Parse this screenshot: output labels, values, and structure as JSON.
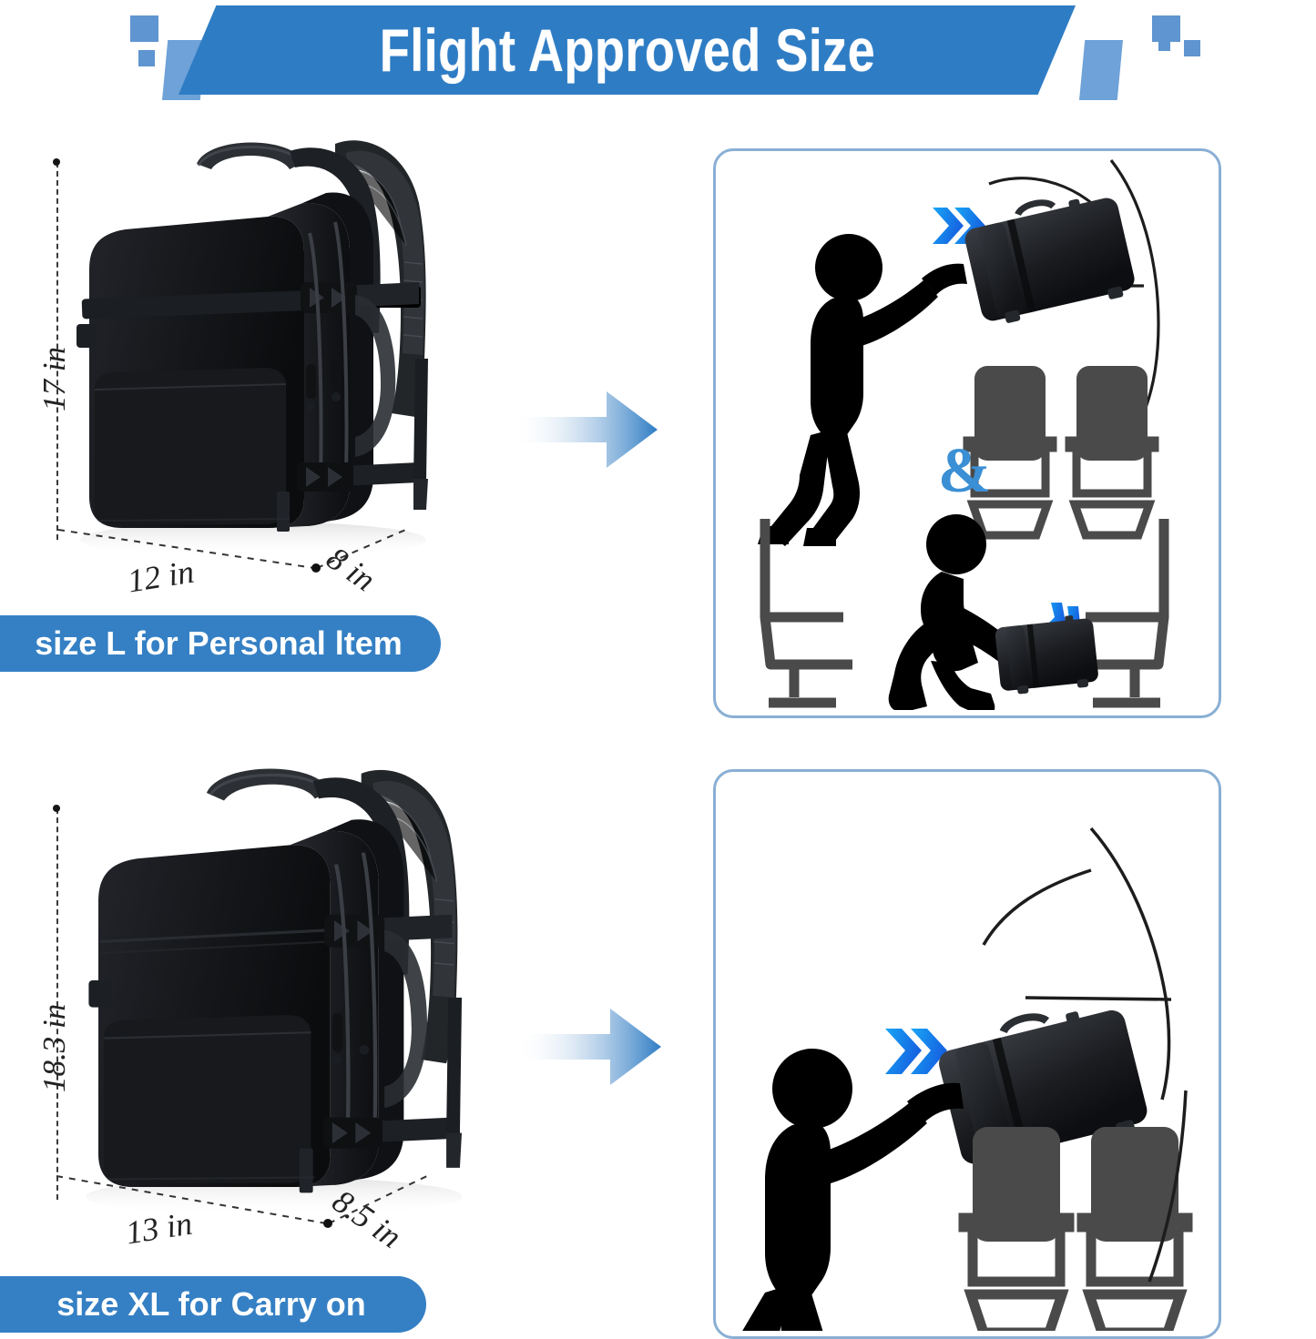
{
  "header": {
    "title": "Flight Approved Size",
    "banner_color": "#2e7cc4",
    "deco_color": "#5f95d0"
  },
  "products": [
    {
      "id": "size-l",
      "label": "size L for Personal ltem",
      "height": "17 in",
      "width": "12 in",
      "depth": "8 in",
      "pill_color": "#3580c4"
    },
    {
      "id": "size-xl",
      "label": "size XL for Carry on",
      "height": "18.3 in",
      "width": "13 in",
      "depth": "8.5 in",
      "pill_color": "#3580c4"
    }
  ],
  "panels": [
    {
      "id": "panel-personal-item",
      "border_color": "#8aafd4",
      "connector": "&",
      "connector_color": "#3b8fd4",
      "scenes": [
        {
          "name": "overhead-bin-stow",
          "arrow": "double-chevron-right"
        },
        {
          "name": "under-seat-stow",
          "arrow": "double-chevron-right"
        }
      ],
      "seat_color": "#4a4a4a"
    },
    {
      "id": "panel-carry-on",
      "border_color": "#8aafd4",
      "scenes": [
        {
          "name": "overhead-bin-stow",
          "arrow": "double-chevron-right"
        }
      ],
      "seat_color": "#4a4a4a"
    }
  ],
  "arrows": {
    "gradient_from": "#ffffff",
    "gradient_to": "#2e7cc4",
    "chevron_from": "#19a6f5",
    "chevron_to": "#1560e0"
  }
}
